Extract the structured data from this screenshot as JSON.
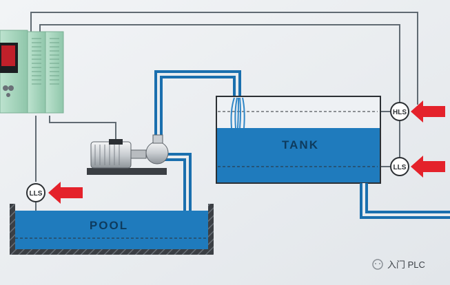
{
  "diagram": {
    "tank_label": "TANK",
    "pool_label": "POOL",
    "sensors": {
      "high_level_tank": "HLS",
      "low_level_tank": "LLS",
      "low_level_pool": "LLS"
    },
    "watermark": "入门 PLC",
    "colors": {
      "water": "#1f7bbd",
      "pipe": "#1a6fae",
      "plc_green": "#9fd2b9",
      "arrow": "#e4222b",
      "wire": "#606a72"
    }
  }
}
